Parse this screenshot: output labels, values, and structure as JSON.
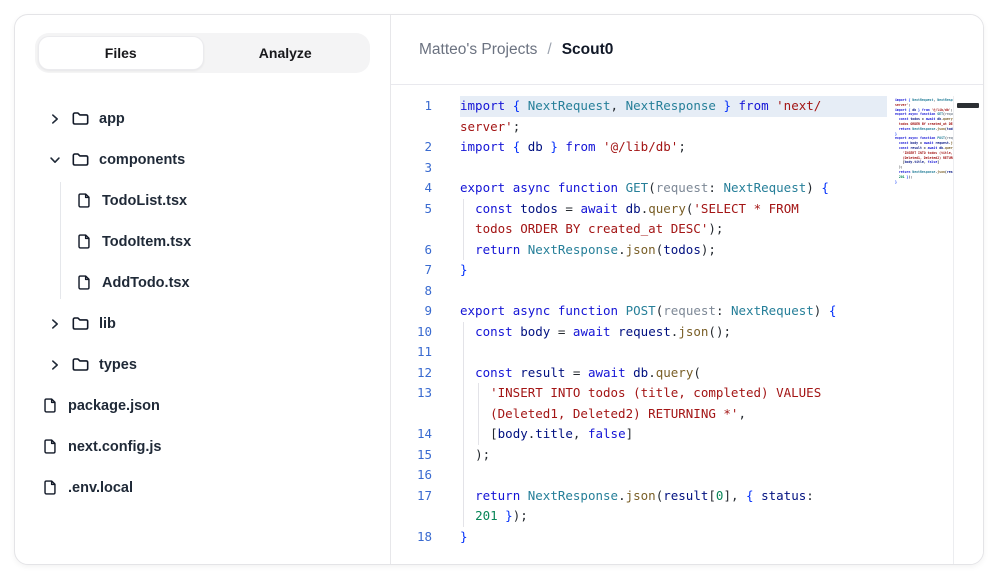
{
  "sidebar": {
    "tabs": {
      "files": "Files",
      "analyze": "Analyze"
    },
    "tree": [
      {
        "type": "folder",
        "label": "app",
        "expanded": false,
        "depth": 0
      },
      {
        "type": "folder",
        "label": "components",
        "expanded": true,
        "depth": 0
      },
      {
        "type": "file",
        "label": "TodoList.tsx",
        "depth": 1
      },
      {
        "type": "file",
        "label": "TodoItem.tsx",
        "depth": 1
      },
      {
        "type": "file",
        "label": "AddTodo.tsx",
        "depth": 1
      },
      {
        "type": "folder",
        "label": "lib",
        "expanded": false,
        "depth": 0
      },
      {
        "type": "folder",
        "label": "types",
        "expanded": false,
        "depth": 0
      },
      {
        "type": "file",
        "label": "package.json",
        "depth": 0
      },
      {
        "type": "file",
        "label": "next.config.js",
        "depth": 0
      },
      {
        "type": "file",
        "label": ".env.local",
        "depth": 0
      }
    ]
  },
  "breadcrumb": {
    "project": "Matteo's Projects",
    "separator": "/",
    "current": "Scout0"
  },
  "editor": {
    "colors": {
      "keyword": "#1414d6",
      "type": "#267f99",
      "string": "#a31515",
      "variable": "#001080",
      "method": "#795e26",
      "parameter": "#7d8896",
      "number": "#098658",
      "brace": "#0431fa",
      "punctuation": "#24292f",
      "line_number": "#3a6bd0",
      "highlight_line_bg": "#e6edf6"
    },
    "rows": [
      {
        "num": "1",
        "hl": true,
        "g": [],
        "t": [
          [
            "kw",
            "import"
          ],
          [
            "pu",
            " "
          ],
          [
            "br",
            "{"
          ],
          [
            "pu",
            " "
          ],
          [
            "ty",
            "NextRequest"
          ],
          [
            "pu",
            ", "
          ],
          [
            "ty",
            "NextResponse"
          ],
          [
            "pu",
            " "
          ],
          [
            "br",
            "}"
          ],
          [
            "pu",
            " "
          ],
          [
            "kw",
            "from"
          ],
          [
            "pu",
            " "
          ],
          [
            "st",
            "'next/"
          ]
        ]
      },
      {
        "num": "",
        "g": [],
        "t": [
          [
            "st",
            "server'"
          ],
          [
            "pu",
            ";"
          ]
        ]
      },
      {
        "num": "2",
        "g": [],
        "t": [
          [
            "kw",
            "import"
          ],
          [
            "pu",
            " "
          ],
          [
            "br",
            "{"
          ],
          [
            "pu",
            " "
          ],
          [
            "va",
            "db"
          ],
          [
            "pu",
            " "
          ],
          [
            "br",
            "}"
          ],
          [
            "pu",
            " "
          ],
          [
            "kw",
            "from"
          ],
          [
            "pu",
            " "
          ],
          [
            "st",
            "'@/lib/db'"
          ],
          [
            "pu",
            ";"
          ]
        ]
      },
      {
        "num": "3",
        "g": [],
        "t": []
      },
      {
        "num": "4",
        "g": [],
        "t": [
          [
            "kw",
            "export"
          ],
          [
            "pu",
            " "
          ],
          [
            "kw",
            "async"
          ],
          [
            "pu",
            " "
          ],
          [
            "kw",
            "function"
          ],
          [
            "pu",
            " "
          ],
          [
            "ty",
            "GET"
          ],
          [
            "pu",
            "("
          ],
          [
            "pm",
            "request"
          ],
          [
            "pu",
            ": "
          ],
          [
            "ty",
            "NextRequest"
          ],
          [
            "pu",
            ") "
          ],
          [
            "br",
            "{"
          ]
        ]
      },
      {
        "num": "5",
        "g": [
          1
        ],
        "t": [
          [
            "pu",
            "  "
          ],
          [
            "kw",
            "const"
          ],
          [
            "pu",
            " "
          ],
          [
            "va",
            "todos"
          ],
          [
            "pu",
            " = "
          ],
          [
            "kw",
            "await"
          ],
          [
            "pu",
            " "
          ],
          [
            "va",
            "db"
          ],
          [
            "pu",
            "."
          ],
          [
            "me",
            "query"
          ],
          [
            "pu",
            "("
          ],
          [
            "st",
            "'SELECT * FROM"
          ]
        ]
      },
      {
        "num": "",
        "g": [
          1
        ],
        "t": [
          [
            "pu",
            "  "
          ],
          [
            "st",
            "todos ORDER BY created_at DESC'"
          ],
          [
            "pu",
            ");"
          ]
        ]
      },
      {
        "num": "6",
        "g": [
          1
        ],
        "t": [
          [
            "pu",
            "  "
          ],
          [
            "kw",
            "return"
          ],
          [
            "pu",
            " "
          ],
          [
            "ty",
            "NextResponse"
          ],
          [
            "pu",
            "."
          ],
          [
            "me",
            "json"
          ],
          [
            "pu",
            "("
          ],
          [
            "va",
            "todos"
          ],
          [
            "pu",
            ");"
          ]
        ]
      },
      {
        "num": "7",
        "g": [],
        "t": [
          [
            "br",
            "}"
          ]
        ]
      },
      {
        "num": "8",
        "g": [],
        "t": []
      },
      {
        "num": "9",
        "g": [],
        "t": [
          [
            "kw",
            "export"
          ],
          [
            "pu",
            " "
          ],
          [
            "kw",
            "async"
          ],
          [
            "pu",
            " "
          ],
          [
            "kw",
            "function"
          ],
          [
            "pu",
            " "
          ],
          [
            "ty",
            "POST"
          ],
          [
            "pu",
            "("
          ],
          [
            "pm",
            "request"
          ],
          [
            "pu",
            ": "
          ],
          [
            "ty",
            "NextRequest"
          ],
          [
            "pu",
            ") "
          ],
          [
            "br",
            "{"
          ]
        ]
      },
      {
        "num": "10",
        "g": [
          1
        ],
        "t": [
          [
            "pu",
            "  "
          ],
          [
            "kw",
            "const"
          ],
          [
            "pu",
            " "
          ],
          [
            "va",
            "body"
          ],
          [
            "pu",
            " = "
          ],
          [
            "kw",
            "await"
          ],
          [
            "pu",
            " "
          ],
          [
            "va",
            "request"
          ],
          [
            "pu",
            "."
          ],
          [
            "me",
            "json"
          ],
          [
            "pu",
            "();"
          ]
        ]
      },
      {
        "num": "11",
        "g": [
          1
        ],
        "t": []
      },
      {
        "num": "12",
        "g": [
          1
        ],
        "t": [
          [
            "pu",
            "  "
          ],
          [
            "kw",
            "const"
          ],
          [
            "pu",
            " "
          ],
          [
            "va",
            "result"
          ],
          [
            "pu",
            " = "
          ],
          [
            "kw",
            "await"
          ],
          [
            "pu",
            " "
          ],
          [
            "va",
            "db"
          ],
          [
            "pu",
            "."
          ],
          [
            "me",
            "query"
          ],
          [
            "pu",
            "("
          ]
        ]
      },
      {
        "num": "13",
        "g": [
          1,
          2
        ],
        "t": [
          [
            "pu",
            "    "
          ],
          [
            "st",
            "'INSERT INTO todos (title, completed) VALUES"
          ]
        ]
      },
      {
        "num": "",
        "g": [
          1,
          2
        ],
        "t": [
          [
            "pu",
            "    "
          ],
          [
            "st",
            "(Deleted1, Deleted2) RETURNING *'"
          ],
          [
            "pu",
            ","
          ]
        ]
      },
      {
        "num": "14",
        "g": [
          1,
          2
        ],
        "t": [
          [
            "pu",
            "    "
          ],
          [
            "pu",
            "["
          ],
          [
            "va",
            "body"
          ],
          [
            "pu",
            "."
          ],
          [
            "va",
            "title"
          ],
          [
            "pu",
            ", "
          ],
          [
            "kw",
            "false"
          ],
          [
            "pu",
            "]"
          ]
        ]
      },
      {
        "num": "15",
        "g": [
          1
        ],
        "t": [
          [
            "pu",
            "  "
          ],
          [
            "pu",
            ");"
          ]
        ]
      },
      {
        "num": "16",
        "g": [
          1
        ],
        "t": []
      },
      {
        "num": "17",
        "g": [
          1
        ],
        "t": [
          [
            "pu",
            "  "
          ],
          [
            "kw",
            "return"
          ],
          [
            "pu",
            " "
          ],
          [
            "ty",
            "NextResponse"
          ],
          [
            "pu",
            "."
          ],
          [
            "me",
            "json"
          ],
          [
            "pu",
            "("
          ],
          [
            "va",
            "result"
          ],
          [
            "pu",
            "["
          ],
          [
            "nu",
            "0"
          ],
          [
            "pu",
            "], "
          ],
          [
            "br",
            "{"
          ],
          [
            "pu",
            " "
          ],
          [
            "va",
            "status"
          ],
          [
            "pu",
            ":"
          ]
        ]
      },
      {
        "num": "",
        "g": [
          1
        ],
        "t": [
          [
            "pu",
            "  "
          ],
          [
            "nu",
            "201"
          ],
          [
            "pu",
            " "
          ],
          [
            "br",
            "}"
          ],
          [
            "pu",
            ");"
          ]
        ]
      },
      {
        "num": "18",
        "g": [],
        "t": [
          [
            "br",
            "}"
          ]
        ]
      }
    ]
  }
}
